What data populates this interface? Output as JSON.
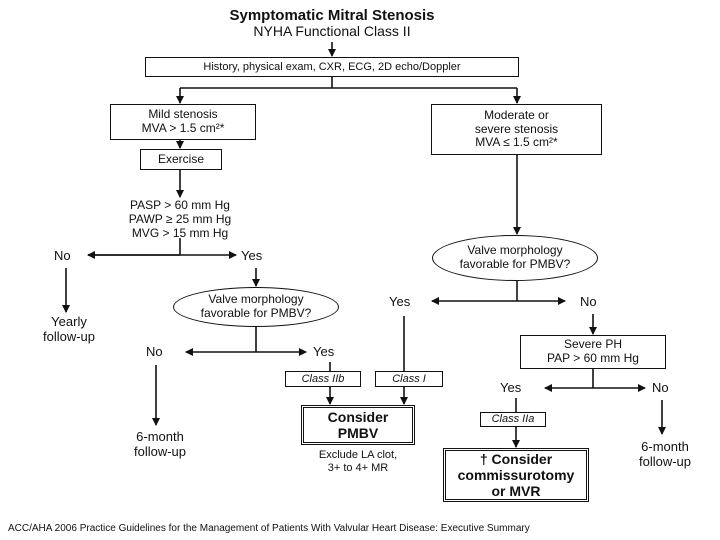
{
  "title": "Symptomatic Mitral Stenosis",
  "subtitle": "NYHA Functional Class II",
  "nodes": {
    "history": "History, physical exam, CXR, ECG, 2D echo/Doppler",
    "mild": [
      "Mild stenosis",
      "MVA > 1.5 cm²*"
    ],
    "moderate": [
      "Moderate or",
      "severe stenosis",
      "MVA ≤ 1.5 cm²*"
    ],
    "exercise": "Exercise",
    "criteria": [
      "PASP > 60 mm Hg",
      "PAWP ≥ 25 mm Hg",
      "MVG > 15 mm Hg"
    ],
    "valve_left": [
      "Valve morphology",
      "favorable for PMBV?"
    ],
    "valve_right": [
      "Valve morphology",
      "favorable for PMBV?"
    ],
    "severe_ph": [
      "Severe PH",
      "PAP > 60 mm Hg"
    ],
    "class_iib": "Class IIb",
    "class_i": "Class I",
    "class_iia": "Class IIa",
    "consider_pmbv": [
      "Consider",
      "PMBV"
    ],
    "exclude": [
      "Exclude LA clot,",
      "3+ to 4+ MR"
    ],
    "consider_comm": [
      "† Consider",
      "commissurotomy",
      "or MVR"
    ],
    "yearly": [
      "Yearly",
      "follow-up"
    ],
    "six_month_left": [
      "6-month",
      "follow-up"
    ],
    "six_month_right": [
      "6-month",
      "follow-up"
    ]
  },
  "labels": {
    "no_1": "No",
    "yes_1": "Yes",
    "no_2": "No",
    "yes_2": "Yes",
    "yes_3": "Yes",
    "no_3": "No",
    "yes_4": "Yes",
    "no_4": "No"
  },
  "caption": "ACC/AHA 2006 Practice Guidelines for the Management of Patients With Valvular Heart Disease: Executive Summary"
}
